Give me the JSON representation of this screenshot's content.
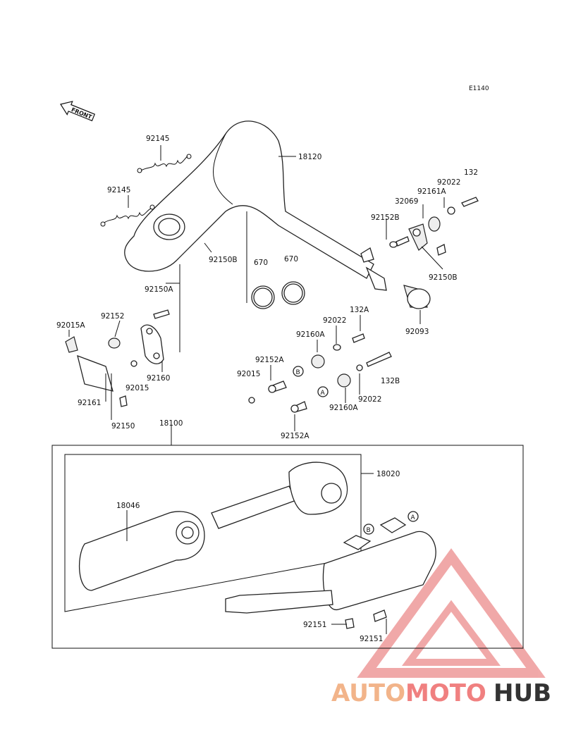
{
  "diagram_code": "E1140",
  "front_label": "FRONT",
  "callouts": {
    "c18120": "18120",
    "c92145a": "92145",
    "c92145b": "92145",
    "c92150b_l": "92150B",
    "c92150a": "92150A",
    "c670a": "670",
    "c670b": "670",
    "c92022_t": "92022",
    "c132_t": "132",
    "c32069": "32069",
    "c92161a": "92161A",
    "c92152b": "92152B",
    "c92150b_r": "92150B",
    "c92093": "92093",
    "c92015a": "92015A",
    "c92152": "92152",
    "c92160": "92160",
    "c92015_l": "92015",
    "c92161": "92161",
    "c92150": "92150",
    "c92022_m": "92022",
    "c132a": "132A",
    "c92160a_t": "92160A",
    "c92152a_t": "92152A",
    "c92015_m": "92015",
    "c132b": "132B",
    "c92022_b": "92022",
    "c92160a_b": "92160A",
    "c92152a_b": "92152A",
    "c18100": "18100",
    "c18020": "18020",
    "c18046": "18046",
    "c92151_l": "92151",
    "c92151_r": "92151"
  },
  "markers": {
    "ref_a1": "A",
    "ref_b1": "B",
    "ref_a2": "A",
    "ref_b2": "B"
  },
  "watermark": {
    "part1": "AUTO",
    "part2": "MOTO",
    "part3": "HUB",
    "color1": "#f2b48a",
    "color2": "#f08080",
    "color3": "#333333"
  }
}
